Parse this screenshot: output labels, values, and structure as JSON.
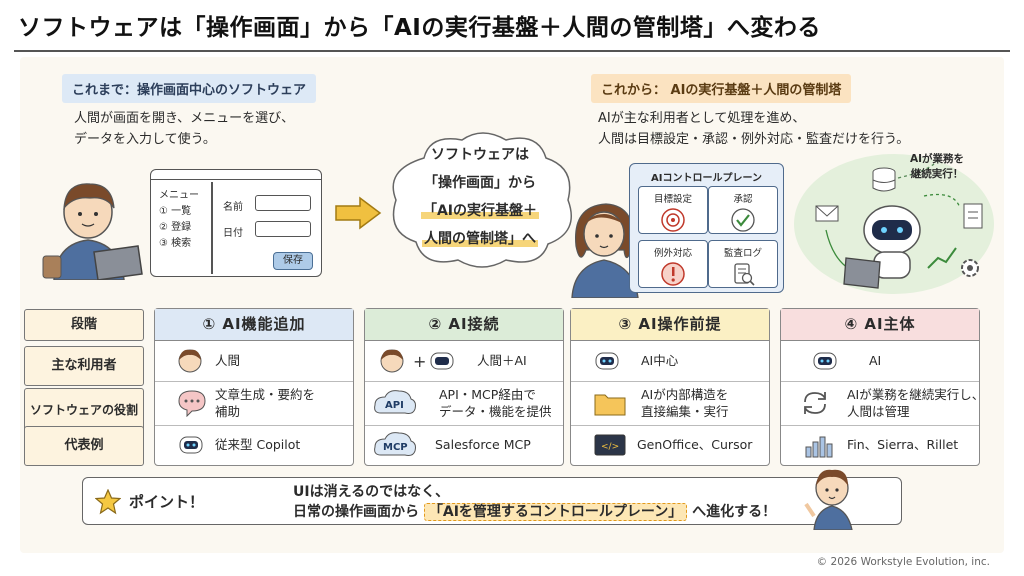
{
  "title": "ソフトウェアは「操作画面」から「AIの実行基盤＋人間の管制塔」へ変わる",
  "before": {
    "label": "これまで：操作画面中心のソフトウェア",
    "desc_line1": "人間が画面を開き、メニューを選び、",
    "desc_line2": "データを入力して使う。",
    "window": {
      "menu_title": "メニュー",
      "menu_items": [
        "① 一覧",
        "② 登録",
        "③ 検索"
      ],
      "field_name": "名前",
      "field_date": "日付",
      "save": "保存"
    }
  },
  "cloud": {
    "line1": "ソフトウェアは",
    "line2": "「操作画面」から",
    "line3": "「AIの実行基盤＋",
    "line4": "人間の管制塔」へ"
  },
  "after": {
    "label": "これから： AIの実行基盤＋人間の管制塔",
    "desc_line1": "AIが主な利用者として処理を進め、",
    "desc_line2": "人間は目標設定・承認・例外対応・監査だけを行う。",
    "control_plane": {
      "title": "AIコントロールプレーン",
      "cells": [
        "目標設定",
        "承認",
        "例外対応",
        "監査ログ"
      ]
    },
    "robot_bubble_line1": "AIが業務を",
    "robot_bubble_line2": "継続実行！"
  },
  "table": {
    "stage_label": "段階",
    "row_labels": [
      "主な利用者",
      "ソフトウェアの役割",
      "代表例"
    ],
    "columns": [
      {
        "head": "① AI機能追加",
        "color": "#dde8f5",
        "user": "人間",
        "role_line1": "文章生成・要約を",
        "role_line2": "補助",
        "example": "従来型 Copilot"
      },
      {
        "head": "② AI接続",
        "color": "#dcecd8",
        "user": "人間＋AI",
        "role_icon": "API",
        "role_line1": "API・MCP経由で",
        "role_line2": "データ・機能を提供",
        "example_icon": "MCP",
        "example": "Salesforce MCP"
      },
      {
        "head": "③ AI操作前提",
        "color": "#fbf0c4",
        "user": "AI中心",
        "role_line1": "AIが内部構造を",
        "role_line2": "直接編集・実行",
        "example": "GenOffice、Cursor"
      },
      {
        "head": "④ AI主体",
        "color": "#f8dede",
        "user": "AI",
        "role_line1": "AIが業務を継続実行し、",
        "role_line2": "人間は管理",
        "example": "Fin、Sierra、Rillet"
      }
    ]
  },
  "point": {
    "label": "ポイント！",
    "line1": "UIは消えるのではなく、",
    "line2_pre": "日常の操作画面から",
    "line2_hl": "「AIを管理するコントロールプレーン」",
    "line2_post": "へ進化する！"
  },
  "footer": "© 2026 Workstyle Evolution, inc."
}
